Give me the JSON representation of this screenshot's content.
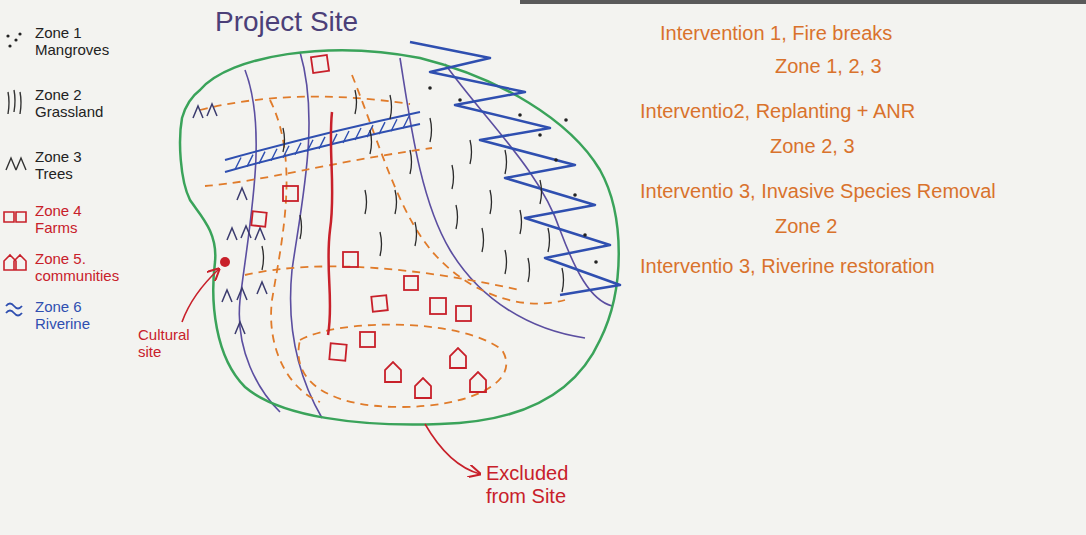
{
  "diagram": {
    "title": "Project Site",
    "labels": [
      "Cultural site",
      "Excluded from Site",
      "Intervention 1, Fire breaks",
      "Zone 1, 2, 3",
      "Interventio2, Replanting + ANR",
      "Zone 2, 3",
      "Interventio 3, Invasive Species Removal",
      "Zone 2",
      "Interventio 3, Riverine restoration"
    ],
    "legend": [
      {
        "text": "Zone 1 Mangroves"
      },
      {
        "text": "Zone 2 Grassland"
      },
      {
        "text": "Zone 3 Trees"
      },
      {
        "text": "Zone 4 Farms"
      },
      {
        "text": "Zone 5. communities"
      },
      {
        "text": "Zone 6 Riverine"
      }
    ]
  }
}
